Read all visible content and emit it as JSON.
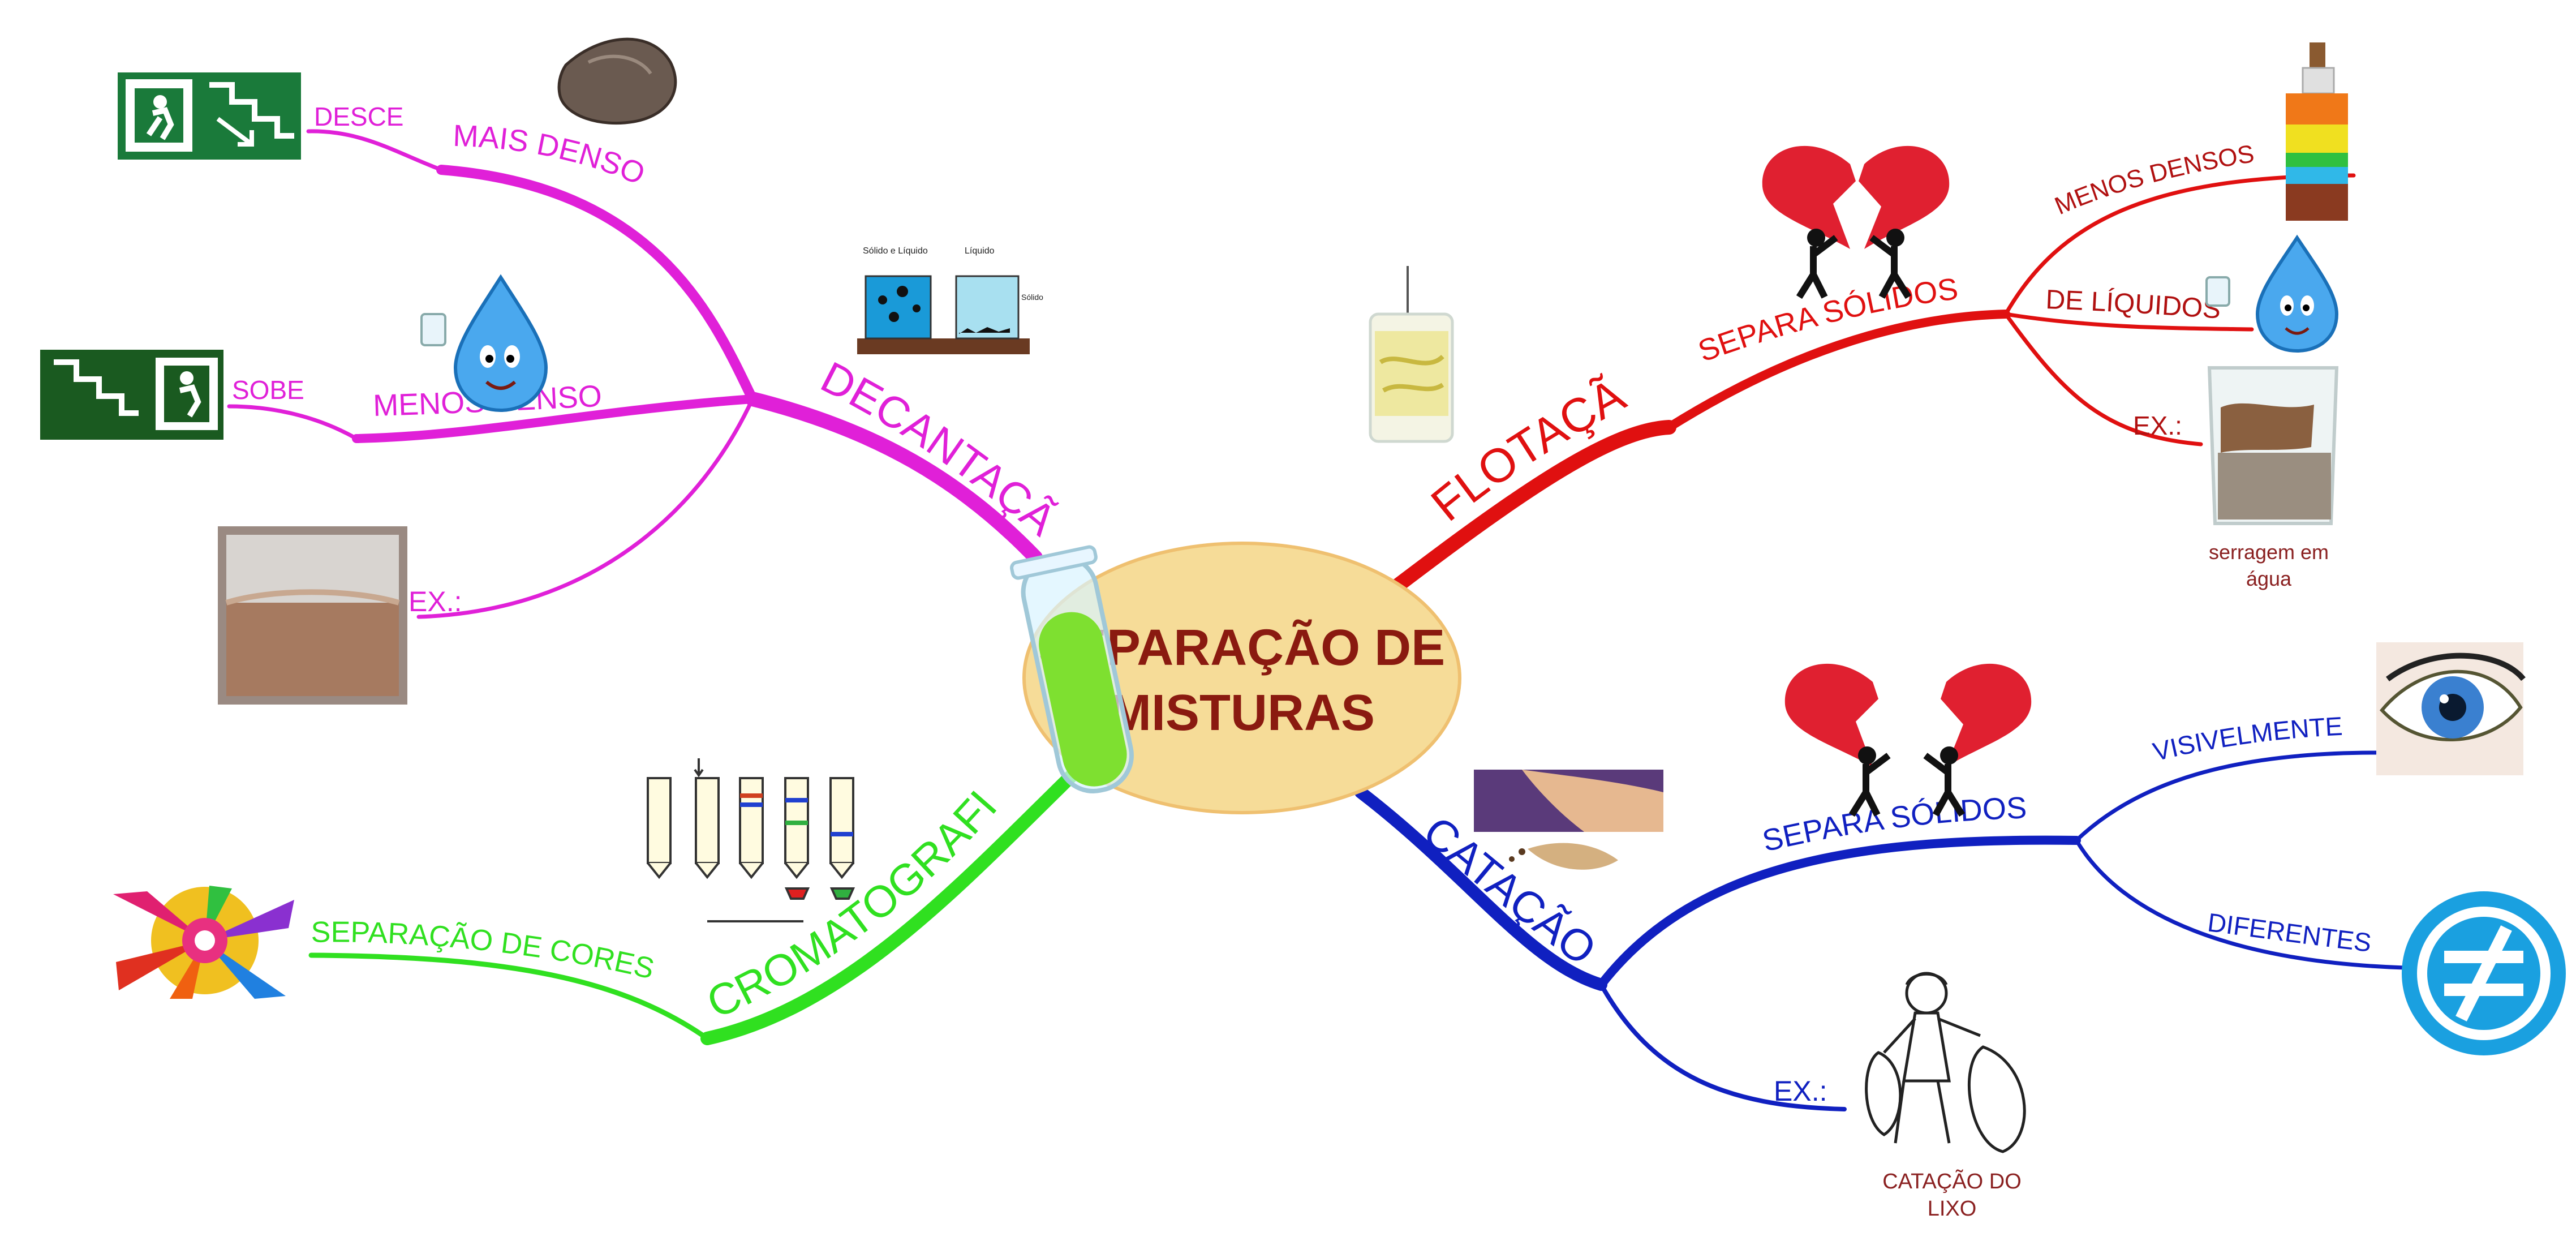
{
  "center": {
    "line1": "SEPARAÇÃO DE",
    "line2": "MISTURAS"
  },
  "colors": {
    "decantacao": "#e020d8",
    "flotacao": "#e01010",
    "catacao": "#1020c0",
    "cromatografia": "#30e020",
    "center_fill": "#f6dc98",
    "center_text": "#8a1a10",
    "caption": "#8a2020"
  },
  "decantacao": {
    "title": "DECANTAÇÃ",
    "mais_denso": "MAIS DENSO",
    "desce": "DESCE",
    "menos_denso": "MENOS DENSO",
    "sobe": "SOBE",
    "ex": "EX.:",
    "beaker_labels": {
      "left": "Sólido e Líquido",
      "right": "Líquido",
      "side": "Sólido"
    }
  },
  "flotacao": {
    "title": "FLOTAÇÃO",
    "separa": "SEPARA SÓLIDOS",
    "menos_densos": "MENOS DENSOS",
    "de_liquidos": "DE LÍQUIDOS",
    "ex": "EX.:",
    "caption1": "serragem em",
    "caption2": "água"
  },
  "catacao": {
    "title": "CATAÇÃO",
    "separa": "SEPARA SÓLIDOS",
    "visivelmente": "VISIVELMENTE",
    "diferentes": "DIFERENTES",
    "ex": "EX.:",
    "caption1": "CATAÇÃO DO",
    "caption2": "LIXO"
  },
  "cromatografia": {
    "title": "CROMATOGRAFIA",
    "separacao_cores": "SEPARAÇÃO DE CORES"
  }
}
